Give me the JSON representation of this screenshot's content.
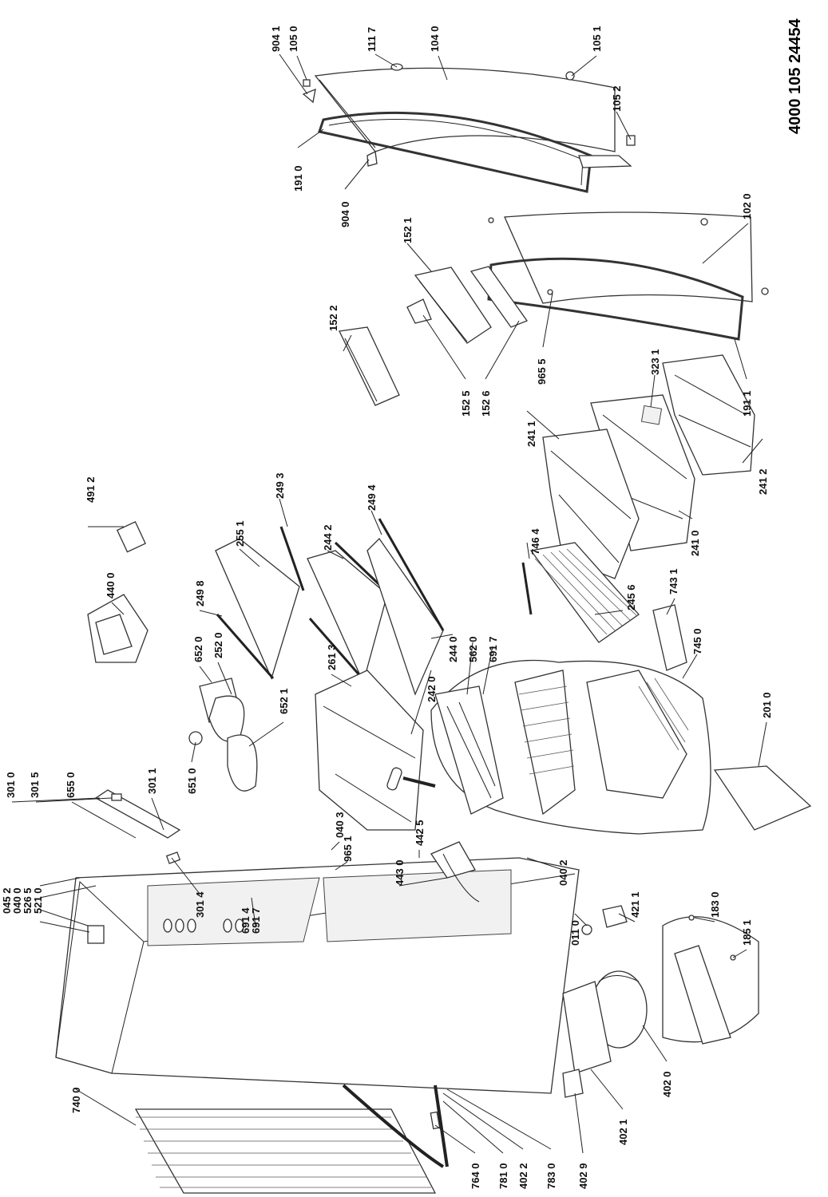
{
  "document_number": "4000 105 24454",
  "callouts": {
    "c9041": "904 1",
    "c1050": "105 0",
    "c1117": "111 7",
    "c1040": "104 0",
    "c1051": "105 1",
    "c1052": "105 2",
    "c1910": "191 0",
    "c9040": "904 0",
    "c1020": "102 0",
    "c1521": "152 1",
    "c1522": "152 2",
    "c1525": "152 5",
    "c1526": "152 6",
    "c9655": "965 5",
    "c1911": "191 1",
    "c3231": "323 1",
    "c2411": "241 1",
    "c2412": "241 2",
    "c2410": "241 0",
    "c7464": "746 4",
    "c2456": "245 6",
    "c7431": "743 1",
    "c7450": "745 0",
    "c4912": "491 2",
    "c2493": "249 3",
    "c2551": "255 1",
    "c2494": "249 4",
    "c2442": "244 2",
    "c2498": "249 8",
    "c4400": "440 0",
    "c6520": "652 0",
    "c2520": "252 0",
    "c6521": "652 1",
    "c2613": "261 3",
    "c2440": "244 0",
    "c5620": "562 0",
    "c6917a": "691 7",
    "c2420": "242 0",
    "c2010": "201 0",
    "c3010": "301 0",
    "c3015": "301 5",
    "c6550": "655 0",
    "c3011": "301 1",
    "c6510": "651 0",
    "c0403": "040 3",
    "c9651": "965 1",
    "c4425": "442 5",
    "c4430": "443 0",
    "c0402": "040 2",
    "c0110": "011 0",
    "c4211": "421 1",
    "c1830": "183 0",
    "c1851": "185 1",
    "c0452": "045 2",
    "c0400": "040 0",
    "c5265": "526 5",
    "c5210": "521 0",
    "c3014": "301 4",
    "c6914": "691 4",
    "c6917b": "691 7",
    "c7400": "740 0",
    "c7640": "764 0",
    "c7810": "781 0",
    "c4022": "402 2",
    "c7830": "783 0",
    "c4029": "402 9",
    "c4021": "402 1",
    "c4020": "402 0"
  }
}
